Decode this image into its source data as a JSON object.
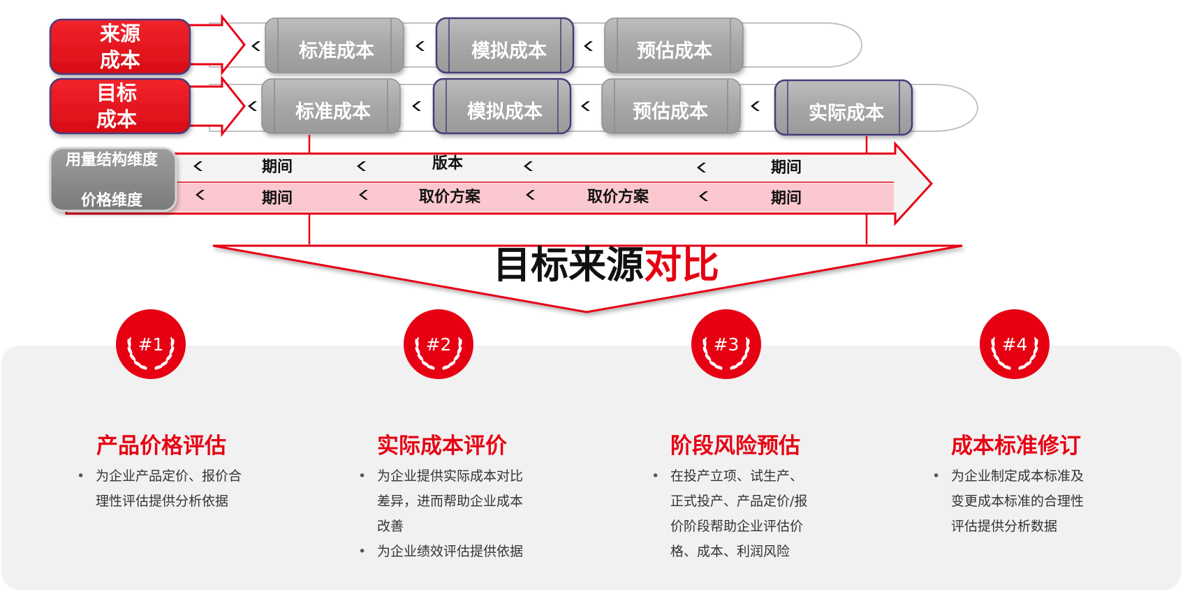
{
  "source_row": {
    "label": "来源\n成本",
    "stages": [
      "标准成本",
      "模拟成本",
      "预估成本"
    ]
  },
  "target_row": {
    "label": "目标\n成本",
    "stages": [
      "标准成本",
      "模拟成本",
      "预估成本",
      "实际成本"
    ]
  },
  "dimensions": {
    "usage_label": "用量结构维度",
    "price_label": "价格维度",
    "usage_items": [
      "期间",
      "版本",
      "",
      "期间"
    ],
    "price_items": [
      "期间",
      "取价方案",
      "取价方案",
      "期间"
    ]
  },
  "comparison": {
    "title_black": "目标来源",
    "title_red": "对比"
  },
  "badges": [
    "#1",
    "#2",
    "#3",
    "#4"
  ],
  "sections": [
    {
      "title": "产品价格评估",
      "bullets": [
        [
          "为企业产品定价、报价合",
          "理性评估提供分析依据"
        ]
      ]
    },
    {
      "title": "实际成本评价",
      "bullets": [
        [
          "为企业提供实际成本对比",
          "差异，进而帮助企业成本",
          "改善"
        ],
        [
          "为企业绩效评估提供依据"
        ]
      ]
    },
    {
      "title": "阶段风险预估",
      "bullets": [
        [
          "在投产立项、试生产、",
          "正式投产、产品定价/报",
          "价阶段帮助企业评估价",
          "格、成本、利润风险"
        ]
      ]
    },
    {
      "title": "成本标准修订",
      "bullets": [
        [
          "为企业制定成本标准及",
          "变更成本标准的合理性",
          "评估提供分析数据"
        ]
      ]
    }
  ],
  "colors": {
    "accent_red": "#e60012",
    "label_fill": "#e8121c",
    "label_border": "#4a3b7a",
    "stage_gray": "#a8a8a8",
    "panel_bg": "#f1f1f1",
    "price_band": "#fcc8cf",
    "usage_band": "#f4f4f4"
  }
}
